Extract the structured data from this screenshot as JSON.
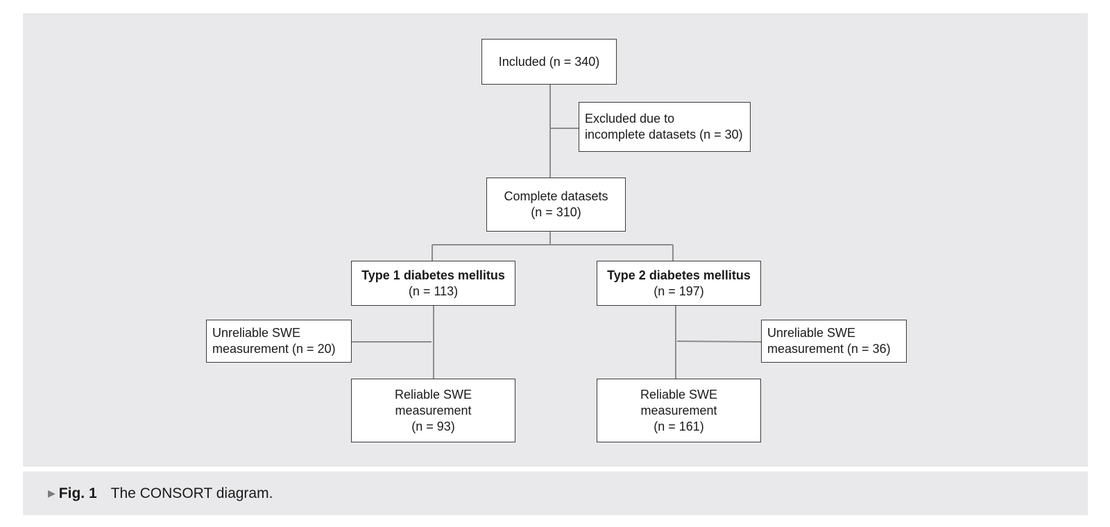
{
  "diagram": {
    "included": {
      "line1": "Included (n = 340)"
    },
    "excluded": {
      "line1": "Excluded due to",
      "line2": "incomplete datasets (n = 30)"
    },
    "complete": {
      "line1": "Complete datasets",
      "line2": "(n = 310)"
    },
    "type1": {
      "title": "Type 1 diabetes mellitus",
      "count": "(n = 113)"
    },
    "type2": {
      "title": "Type 2 diabetes mellitus",
      "count": "(n = 197)"
    },
    "unreliable1": {
      "line1": "Unreliable SWE",
      "line2": "measurement (n = 20)"
    },
    "unreliable2": {
      "line1": "Unreliable SWE",
      "line2": "measurement (n = 36)"
    },
    "reliable1": {
      "line1": "Reliable SWE",
      "line2": "measurement",
      "line3": "(n = 93)"
    },
    "reliable2": {
      "line1": "Reliable SWE",
      "line2": "measurement",
      "line3": "(n = 161)"
    }
  },
  "caption": {
    "arrow": "▶",
    "label": "Fig. 1",
    "text": "The CONSORT diagram."
  }
}
